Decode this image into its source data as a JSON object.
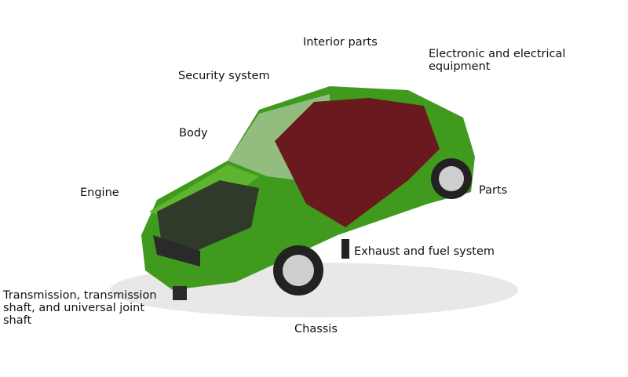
{
  "labels": {
    "interior_parts": "Interior parts",
    "electronic": "Electronic and electrical equipment",
    "security": "Security system",
    "body": "Body",
    "engine": "Engine",
    "parts": "Parts",
    "exhaust": "Exhaust and fuel system",
    "transmission": "Transmission, transmission shaft, and universal joint shaft",
    "chassis": "Chassis"
  },
  "colors": {
    "body": "#3f9a1e",
    "interior": "#6a1a1e"
  }
}
